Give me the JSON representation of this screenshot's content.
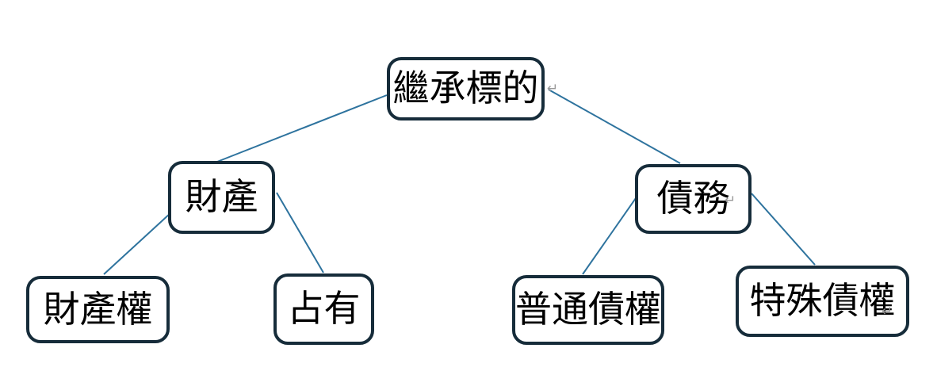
{
  "diagram": {
    "nodes": {
      "root": {
        "label": "繼承標的"
      },
      "property": {
        "label": "財產"
      },
      "debt": {
        "label": "債務"
      },
      "property_rights": {
        "label": "財產權"
      },
      "possession": {
        "label": "占有"
      },
      "ordinary_claims": {
        "label": "普通債權"
      },
      "special_claims": {
        "label": "特殊債權"
      }
    },
    "edges": [
      {
        "from": "繼承標的",
        "to": "財產"
      },
      {
        "from": "繼承標的",
        "to": "債務"
      },
      {
        "from": "財產",
        "to": "財產權"
      },
      {
        "from": "財產",
        "to": "占有"
      },
      {
        "from": "債務",
        "to": "普通債權"
      },
      {
        "from": "債務",
        "to": "特殊債權"
      }
    ],
    "marks": {
      "return_mark": "↵"
    },
    "colors": {
      "box_border": "#162c3a",
      "connector": "#2e739e",
      "text": "#000000",
      "mark_gray": "#999999",
      "background": "#ffffff"
    }
  }
}
